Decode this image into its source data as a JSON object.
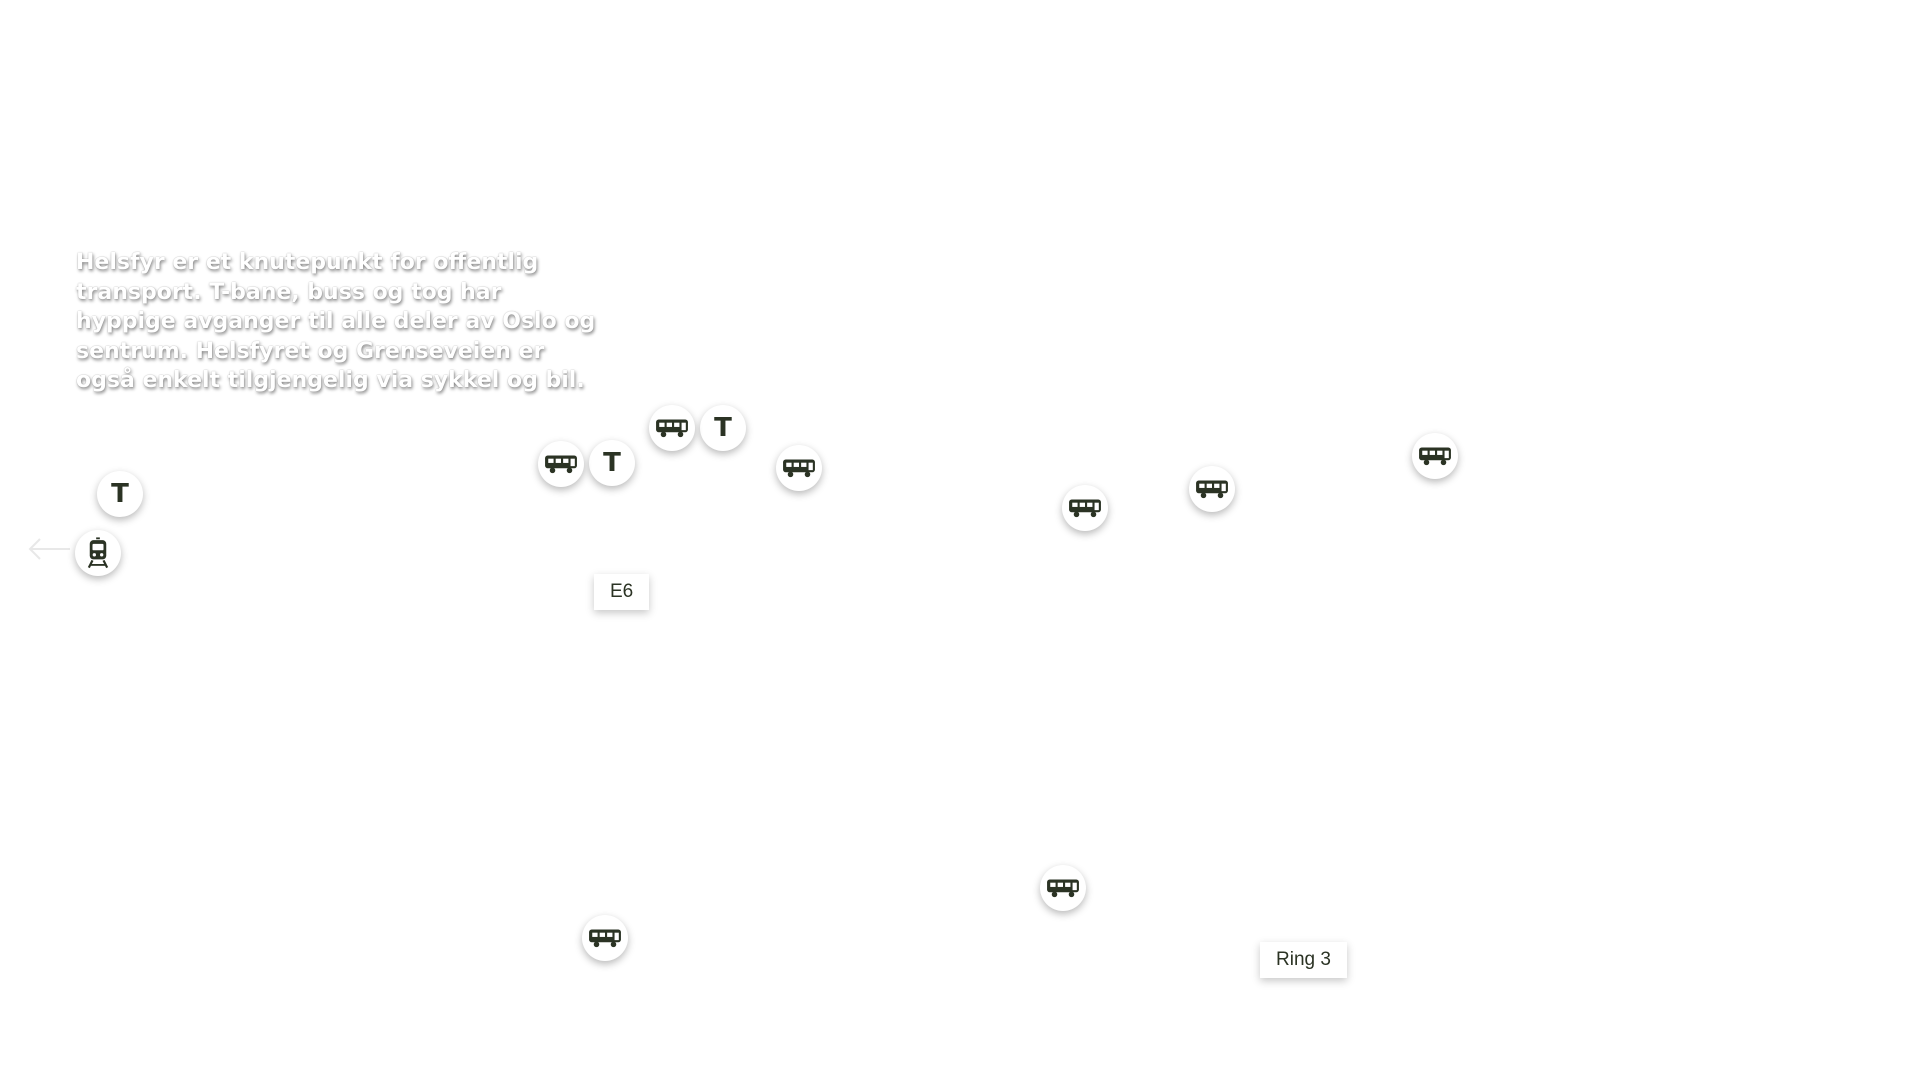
{
  "intro": {
    "text": "Helsfyr er et knutepunkt for offentlig transport. T-bane, buss og tog har hyppige avganger til alle deler av Oslo og sentrum. Helsfyret og Grenseveien er også enkelt tilgjengelig via sykkel og bil."
  },
  "navigation": {
    "back_icon": "arrow-left-icon"
  },
  "markers": {
    "metro_label": "T",
    "bus_icon": "bus-icon",
    "train_icon": "train-icon"
  },
  "roads": {
    "e6": "E6",
    "ring3": "Ring 3"
  },
  "colors": {
    "icon": "#2b3324",
    "marker_bg": "#ffffff",
    "page_bg": "#ffffff"
  }
}
